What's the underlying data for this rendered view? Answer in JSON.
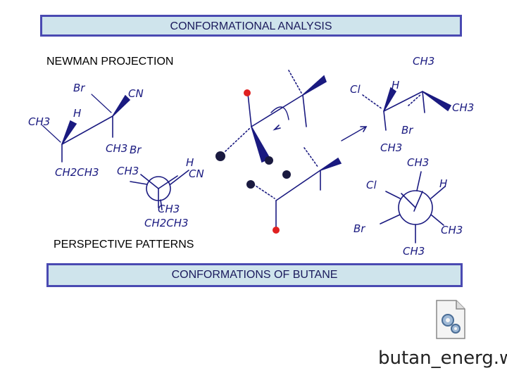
{
  "banners": {
    "top": "CONFORMATIONAL ANALYSIS",
    "bottom": "CONFORMATIONS OF BUTANE"
  },
  "captions": {
    "newman": "NEWMAN PROJECTION",
    "perspective": "PERSPECTIVE PATTERNS"
  },
  "handwriting": {
    "br": "Br",
    "cn": "CN",
    "h": "H",
    "ch3": "CH3",
    "ch2ch3": "CH2CH3",
    "cl": "Cl"
  },
  "file": {
    "icon": "document-gear-icon",
    "name": "butan_energ.w"
  },
  "colors": {
    "banner_fill": "#cfe4ec",
    "banner_border": "#4a4ab2",
    "ink": "#1a1a80",
    "atom_red": "#e02020"
  }
}
